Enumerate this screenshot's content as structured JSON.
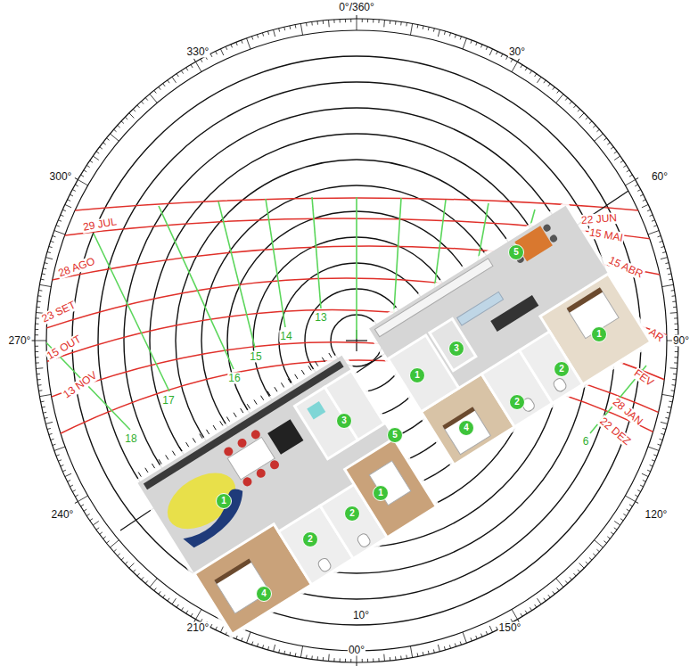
{
  "diagram": {
    "nodes": [
      {
        "text": [
          "5"
        ]
      },
      {
        "text": [
          "1"
        ]
      },
      {
        "text": [
          "3"
        ]
      },
      {
        "text": [
          "2"
        ]
      },
      {
        "text": [
          "1"
        ]
      },
      {
        "text": [
          "2"
        ]
      },
      {
        "text": [
          "4"
        ]
      },
      {
        "text": [
          "3"
        ]
      },
      {
        "text": [
          "5"
        ]
      },
      {
        "text": [
          "1"
        ]
      },
      {
        "text": [
          "1"
        ]
      },
      {
        "text": [
          "2"
        ]
      },
      {
        "text": [
          "2"
        ]
      },
      {
        "text": [
          "4"
        ]
      }
    ],
    "labels": [
      "0°/360°",
      "330°",
      "30°",
      "300°",
      "60°",
      "270°",
      "90°",
      "240°",
      "120°",
      "210°",
      "150°",
      "10°",
      "00°",
      "22 JUN",
      "15 MAI",
      "15 ABR",
      "29 JUL",
      "28 AGO",
      "23 SET",
      "15 OUT",
      "13 NOV",
      "AR",
      "FEV",
      "28 JAN",
      "22 DEZ",
      "13",
      "14",
      "15",
      "16",
      "17",
      "18",
      "6"
    ]
  }
}
